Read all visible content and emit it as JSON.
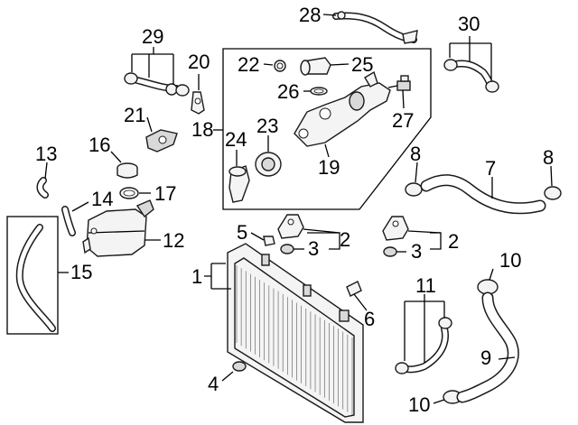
{
  "callouts": {
    "c1": "1",
    "c2a": "2",
    "c2b": "2",
    "c3a": "3",
    "c3b": "3",
    "c4": "4",
    "c5": "5",
    "c6": "6",
    "c7": "7",
    "c8a": "8",
    "c8b": "8",
    "c9": "9",
    "c10a": "10",
    "c10b": "10",
    "c11": "11",
    "c12": "12",
    "c13": "13",
    "c14": "14",
    "c15": "15",
    "c16": "16",
    "c17": "17",
    "c18": "18",
    "c19": "19",
    "c20": "20",
    "c21": "21",
    "c22": "22",
    "c23": "23",
    "c24": "24",
    "c25": "25",
    "c26": "26",
    "c27": "27",
    "c28": "28",
    "c29": "29",
    "c30": "30"
  }
}
